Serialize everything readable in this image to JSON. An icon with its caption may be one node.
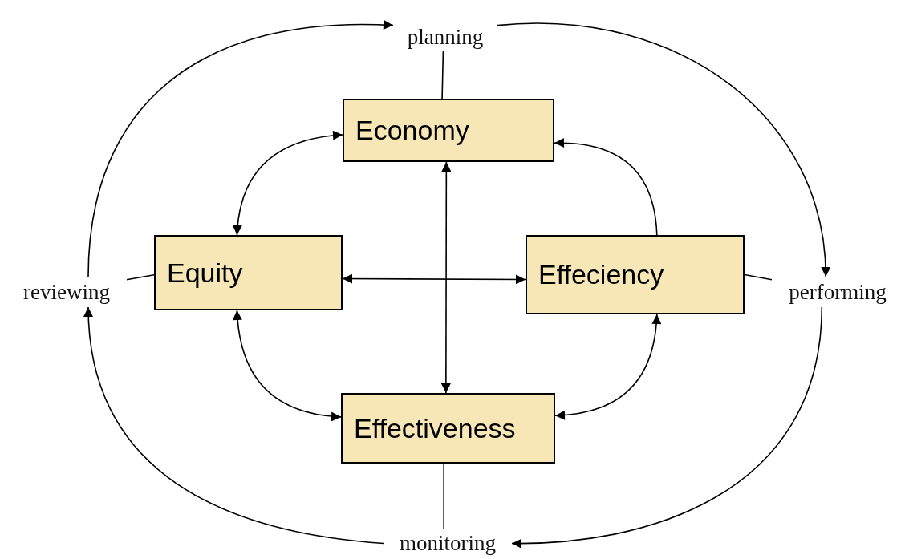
{
  "diagram": {
    "nodes": [
      {
        "text": [
          "Economy"
        ]
      },
      {
        "text": [
          "Equity"
        ]
      },
      {
        "text": [
          "Effeciency"
        ]
      },
      {
        "text": [
          "Effectiveness"
        ]
      },
      {
        "text": [
          "planning"
        ]
      },
      {
        "text": [
          "performing"
        ]
      },
      {
        "text": [
          "monitoring"
        ]
      },
      {
        "text": [
          "reviewing"
        ]
      }
    ],
    "edges": [
      {
        "from": 4,
        "to": 0,
        "arrow": "none"
      },
      {
        "from": 7,
        "to": 1,
        "arrow": "none"
      },
      {
        "from": 2,
        "to": 5,
        "arrow": "none"
      },
      {
        "from": 3,
        "to": 6,
        "arrow": "none"
      },
      {
        "from": 0,
        "to": 1,
        "arrow": "both"
      },
      {
        "from": 0,
        "to": 3,
        "arrow": "both"
      },
      {
        "from": 1,
        "to": 2,
        "arrow": "both"
      },
      {
        "from": 2,
        "to": 0,
        "arrow": "to"
      },
      {
        "from": 1,
        "to": 3,
        "arrow": "both"
      },
      {
        "from": 2,
        "to": 3,
        "arrow": "both"
      },
      {
        "from": 7,
        "to": 4,
        "arrow": "to"
      },
      {
        "from": 4,
        "to": 5,
        "arrow": "to"
      },
      {
        "from": 5,
        "to": 6,
        "arrow": "to"
      },
      {
        "from": 6,
        "to": 7,
        "arrow": "to"
      }
    ]
  }
}
